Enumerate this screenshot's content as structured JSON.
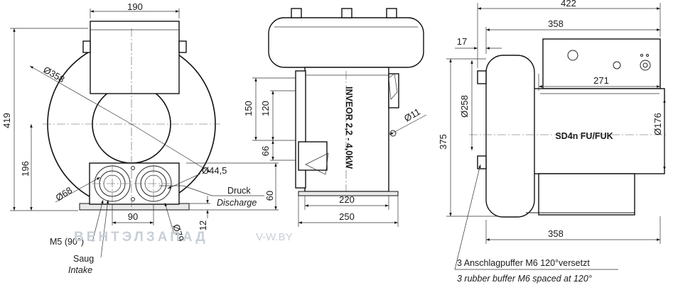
{
  "front_view": {
    "dims": {
      "width_top": "190",
      "diameter_housing": "Ø358",
      "height_total": "419",
      "height_axis": "196",
      "flange_pitch": "90",
      "diameter_flange": "Ø44,5",
      "diameter_port": "Ø68",
      "diameter_bolt": "Ø79",
      "foot_height": "60",
      "foot_thickness": "12"
    },
    "labels": {
      "thread": "M5 (90°)",
      "discharge_de": "Druck",
      "discharge_en": "Discharge",
      "intake_de": "Saug",
      "intake_en": "Intake"
    }
  },
  "side_view": {
    "dims": {
      "mount_150": "150",
      "mount_120": "120",
      "mount_66": "66",
      "width_220": "220",
      "width_250": "250",
      "hole": "Ø11"
    },
    "motor_label": "INVEOR 2,2 - 4,0kW"
  },
  "right_view": {
    "dims": {
      "overall_length": "422",
      "length_358_top": "358",
      "offset_17": "17",
      "length_271": "271",
      "diameter_258": "Ø258",
      "height_375": "375",
      "diameter_176": "Ø176",
      "length_358_bottom": "358"
    },
    "model_label": "SD4n FU/FUK",
    "note_de": "3 Anschlagpuffer M6 120°versetzt",
    "note_en": "3 rubber buffer M6 spaced at 120°"
  },
  "watermark": {
    "brand": "ВЕНТЭЛЗАПАД",
    "site": "V-W.BY"
  }
}
